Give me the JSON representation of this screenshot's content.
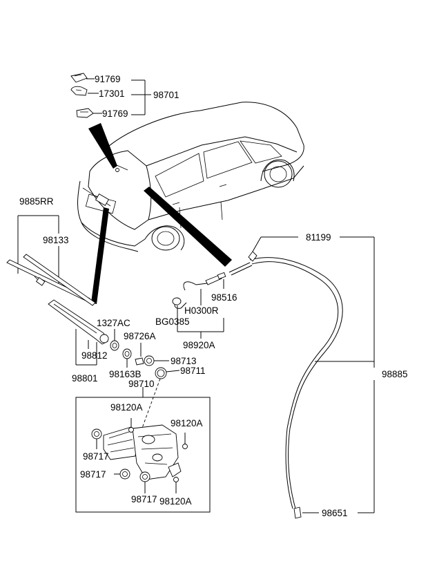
{
  "parts": [
    {
      "key": "p91769a",
      "label": "91769"
    },
    {
      "key": "p17301",
      "label": "17301"
    },
    {
      "key": "p91769b",
      "label": "91769"
    },
    {
      "key": "p98701",
      "label": "98701"
    },
    {
      "key": "p9885RR",
      "label": "9885RR"
    },
    {
      "key": "p98133",
      "label": "98133"
    },
    {
      "key": "p81199",
      "label": "81199"
    },
    {
      "key": "p98516",
      "label": "98516"
    },
    {
      "key": "pH0300R",
      "label": "H0300R"
    },
    {
      "key": "pBG0385",
      "label": "BG0385"
    },
    {
      "key": "p98920A",
      "label": "98920A"
    },
    {
      "key": "p1327AC",
      "label": "1327AC"
    },
    {
      "key": "p98726A",
      "label": "98726A"
    },
    {
      "key": "p98812",
      "label": "98812"
    },
    {
      "key": "p98713",
      "label": "98713"
    },
    {
      "key": "p98163B",
      "label": "98163B"
    },
    {
      "key": "p98711",
      "label": "98711"
    },
    {
      "key": "p98801",
      "label": "98801"
    },
    {
      "key": "p98710",
      "label": "98710"
    },
    {
      "key": "p98885",
      "label": "98885"
    },
    {
      "key": "p98120Aa",
      "label": "98120A"
    },
    {
      "key": "p98120Ab",
      "label": "98120A"
    },
    {
      "key": "p98717a",
      "label": "98717"
    },
    {
      "key": "p98717b",
      "label": "98717"
    },
    {
      "key": "p98717c",
      "label": "98717"
    },
    {
      "key": "p98120Ac",
      "label": "98120A"
    },
    {
      "key": "p98651",
      "label": "98651"
    }
  ]
}
